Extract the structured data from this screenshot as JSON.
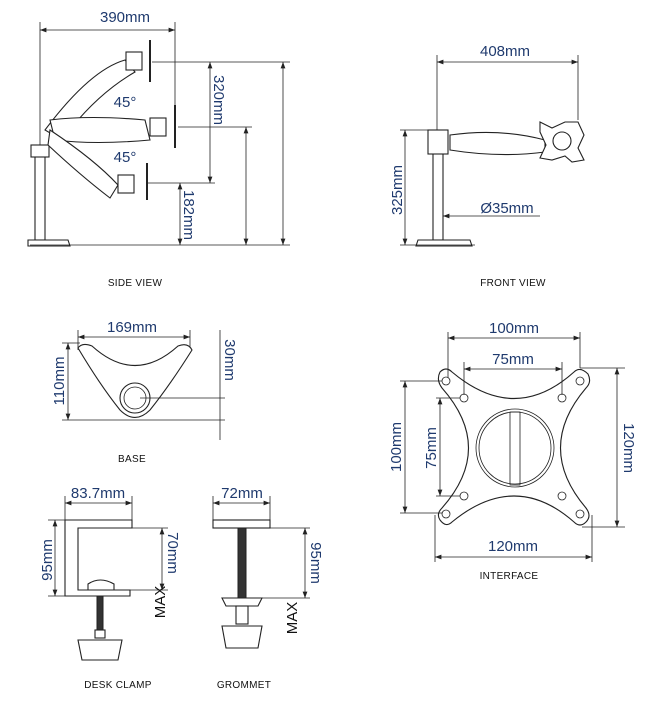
{
  "side_view": {
    "caption": "SIDE VIEW",
    "width": "390mm",
    "height_range": "320mm",
    "min_height": "182mm",
    "angle_up": "45°",
    "angle_down": "45°"
  },
  "front_view": {
    "caption": "FRONT VIEW",
    "width": "408mm",
    "pole_height": "325mm",
    "pole_diameter": "Ø35mm"
  },
  "base": {
    "caption": "BASE",
    "width": "169mm",
    "depth": "110mm",
    "offset": "30mm"
  },
  "interface": {
    "caption": "INTERFACE",
    "outer_hole_spacing_h": "100mm",
    "inner_hole_spacing_h": "75mm",
    "outer_hole_spacing_v": "100mm",
    "inner_hole_spacing_v": "75mm",
    "plate_height": "120mm",
    "plate_width": "120mm"
  },
  "desk_clamp": {
    "caption": "DESK CLAMP",
    "depth": "83.7mm",
    "height": "95mm",
    "max_thickness": "70mm",
    "max_label": "MAX"
  },
  "grommet": {
    "caption": "GROMMET",
    "width": "72mm",
    "max_thickness": "95mm",
    "max_label": "MAX"
  }
}
